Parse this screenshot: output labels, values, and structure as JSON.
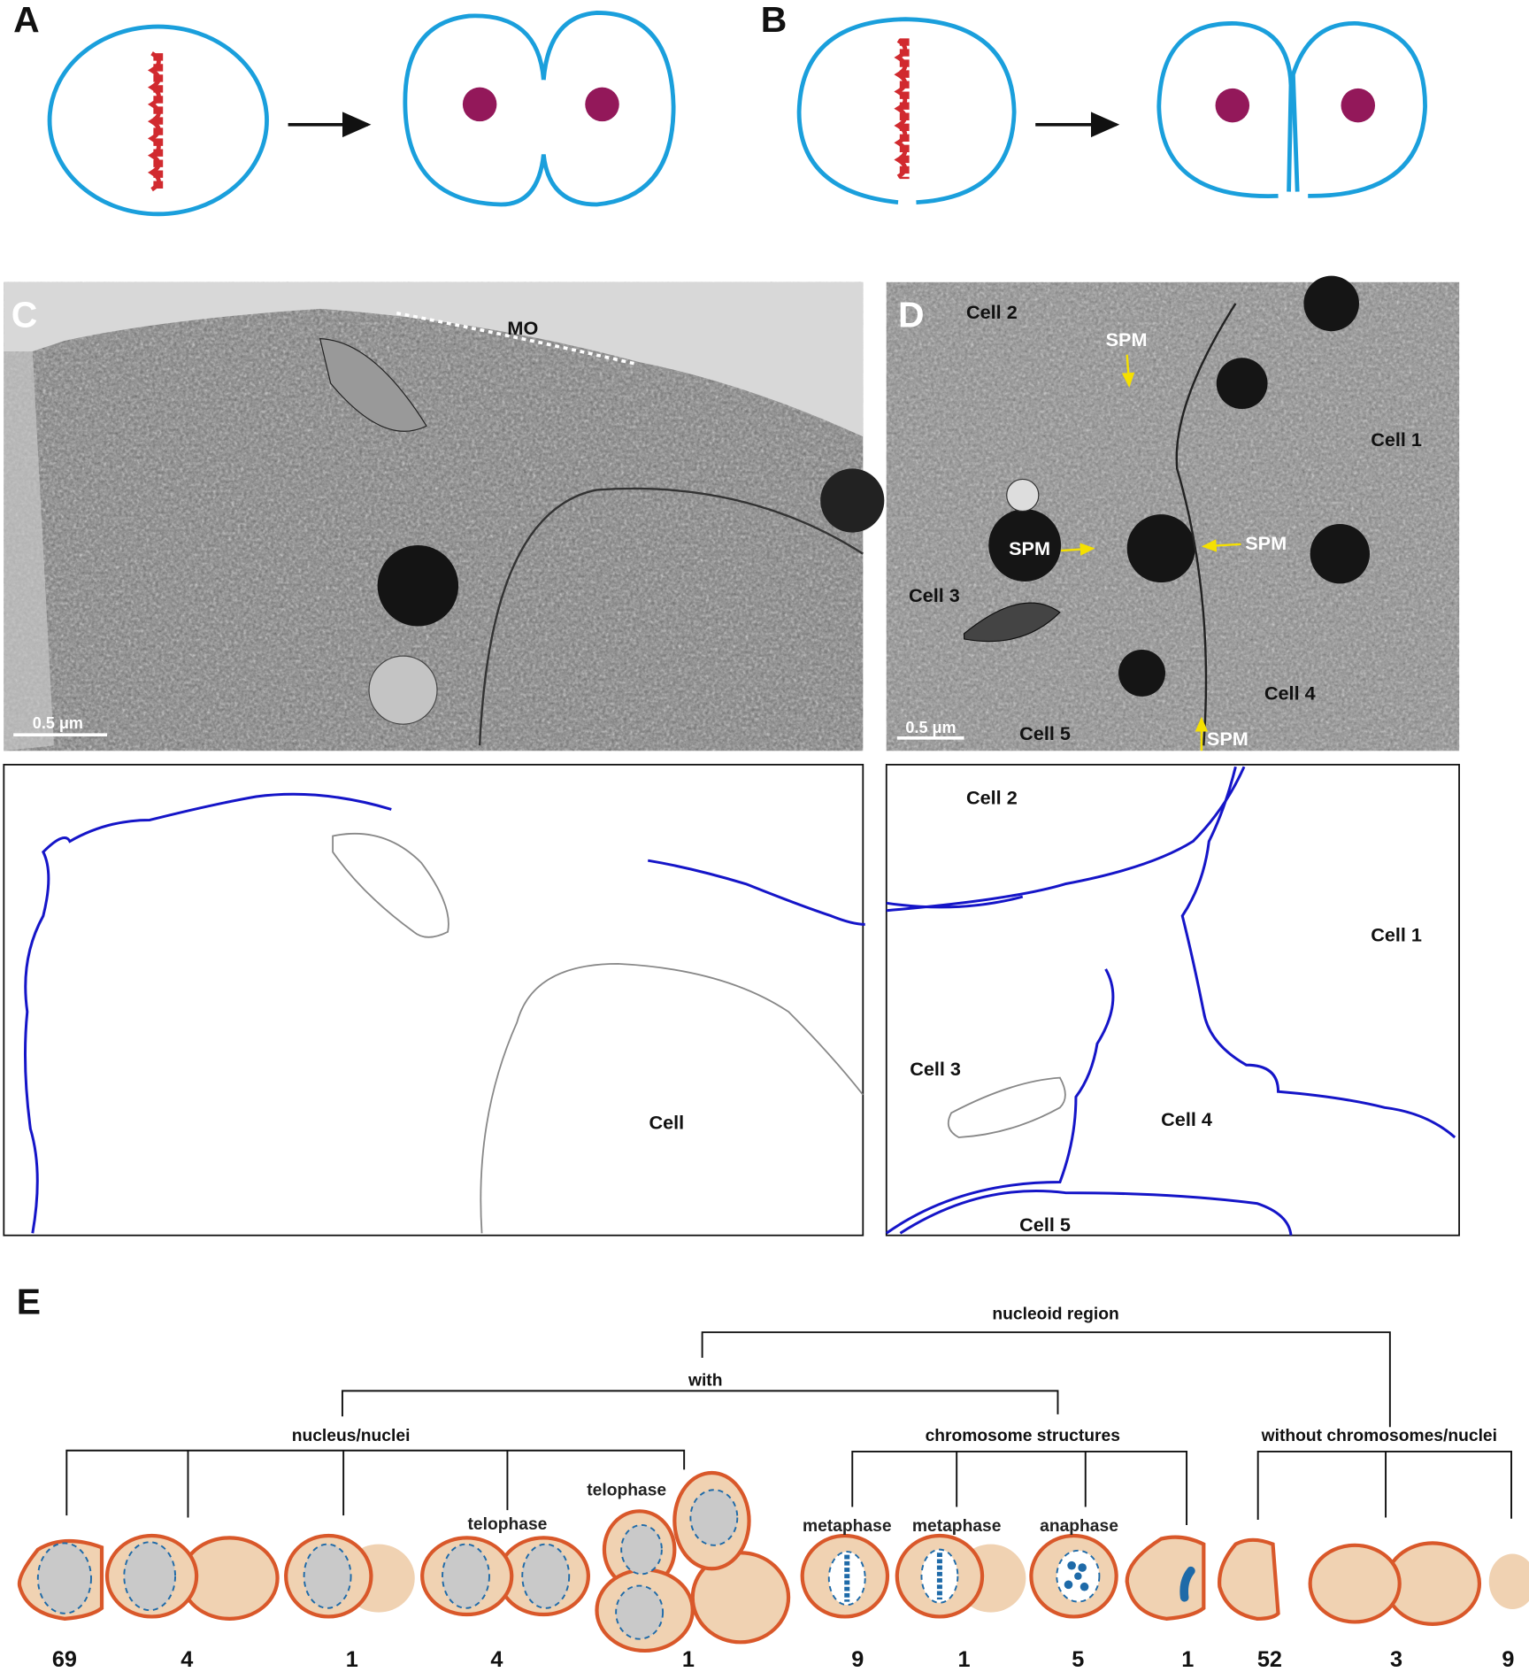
{
  "panels": {
    "A": {
      "label": "A"
    },
    "B": {
      "label": "B"
    },
    "C": {
      "label": "C",
      "mo": "MO",
      "scale_bar": "0.5 μm",
      "trace_cell": "Cell"
    },
    "D": {
      "label": "D",
      "scale_bar": "0.5 μm",
      "cells": [
        "Cell 2",
        "Cell 1",
        "Cell 3",
        "Cell 4",
        "Cell 5"
      ],
      "spm": "SPM",
      "trace_cells": [
        "Cell 2",
        "Cell 1",
        "Cell 3",
        "Cell 4",
        "Cell 5"
      ]
    },
    "E": {
      "label": "E"
    }
  },
  "tree": {
    "root": "nucleoid region",
    "with": "with",
    "nucleus": "nucleus/nuclei",
    "chromosome": "chromosome structures",
    "without": "without chromosomes/nuclei"
  },
  "stages": {
    "telophase": "telophase",
    "metaphase": "metaphase",
    "anaphase": "anaphase"
  },
  "counts": [
    "69",
    "4",
    "1",
    "4",
    "1",
    "9",
    "1",
    "5",
    "1",
    "52",
    "3",
    "9"
  ],
  "colors": {
    "membrane": "#1a9fdc",
    "chromosome": "#d12a2f",
    "nucleus": "#93185a",
    "trace": "#1515c8",
    "cell_fill": "#f0d2b2",
    "cell_border": "#d9582a"
  }
}
